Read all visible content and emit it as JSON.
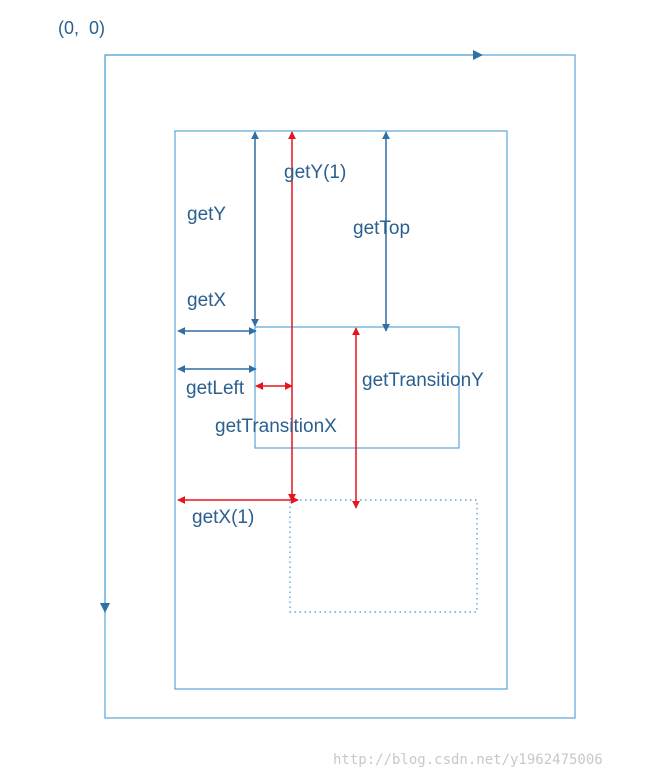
{
  "origin_label": "(0,  0)",
  "labels": {
    "getY1": "getY(1)",
    "getY": "getY",
    "getTop": "getTop",
    "getX": "getX",
    "getLeft": "getLeft",
    "getTransitionY": "getTransitionY",
    "getTransitionX": "getTransitionX",
    "getX1": "getX(1)"
  },
  "watermark": "http://blog.csdn.net/y1962475006",
  "colors": {
    "frame": "#5aa5d8",
    "arrow_blue": "#2f6fa3",
    "arrow_red": "#e8141b",
    "text": "#2a5f8e",
    "watermark": "#c8c8c8"
  }
}
